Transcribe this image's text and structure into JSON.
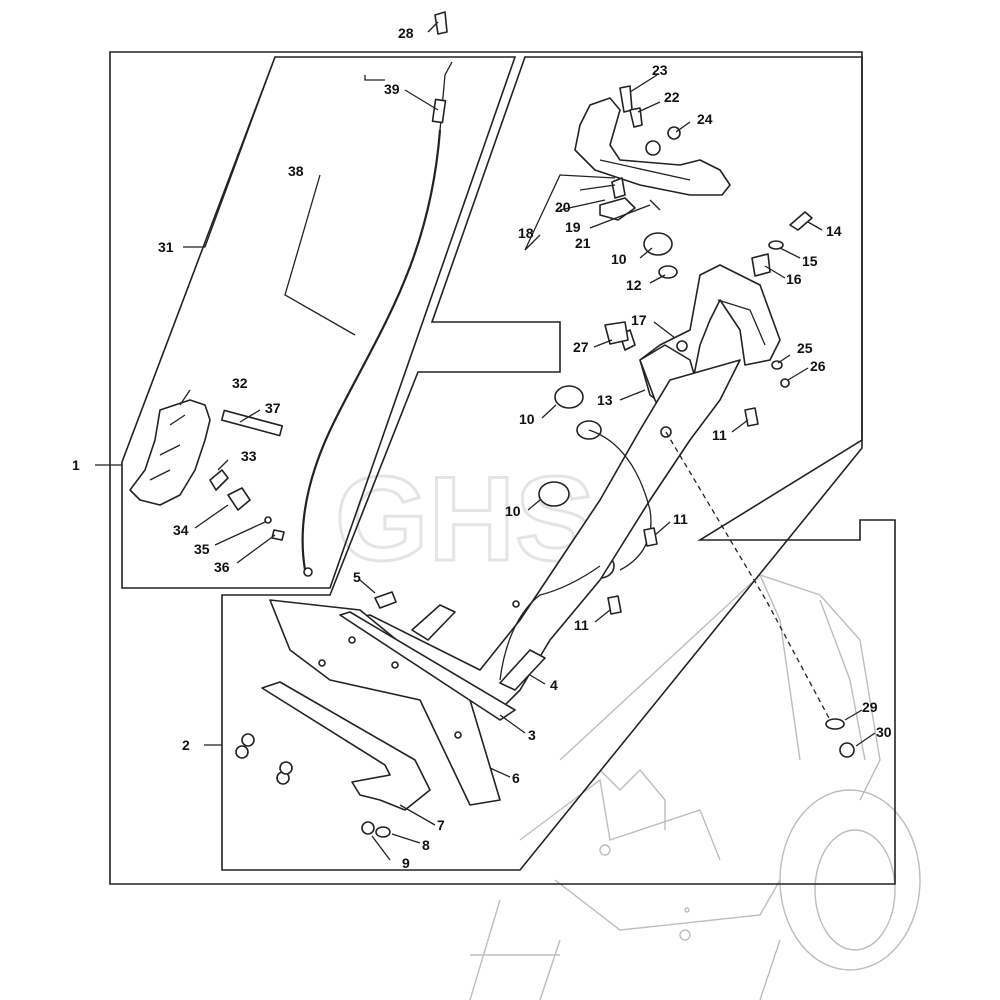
{
  "watermark": "GHS",
  "drawing_code": "",
  "callouts": {
    "c1": "1",
    "c2": "2",
    "c3": "3",
    "c4": "4",
    "c5": "5",
    "c6": "6",
    "c7": "7",
    "c8": "8",
    "c9": "9",
    "c10a": "10",
    "c10b": "10",
    "c10c": "10",
    "c11a": "11",
    "c11b": "11",
    "c11c": "11",
    "c12": "12",
    "c13": "13",
    "c14": "14",
    "c15": "15",
    "c16": "16",
    "c17": "17",
    "c18": "18",
    "c19": "19",
    "c20": "20",
    "c21": "21",
    "c22": "22",
    "c23": "23",
    "c24": "24",
    "c25": "25",
    "c26": "26",
    "c27": "27",
    "c28": "28",
    "c29": "29",
    "c30": "30",
    "c31": "31",
    "c32": "32",
    "c33": "33",
    "c34": "34",
    "c35": "35",
    "c36": "36",
    "c37": "37",
    "c38": "38",
    "c39": "39"
  }
}
